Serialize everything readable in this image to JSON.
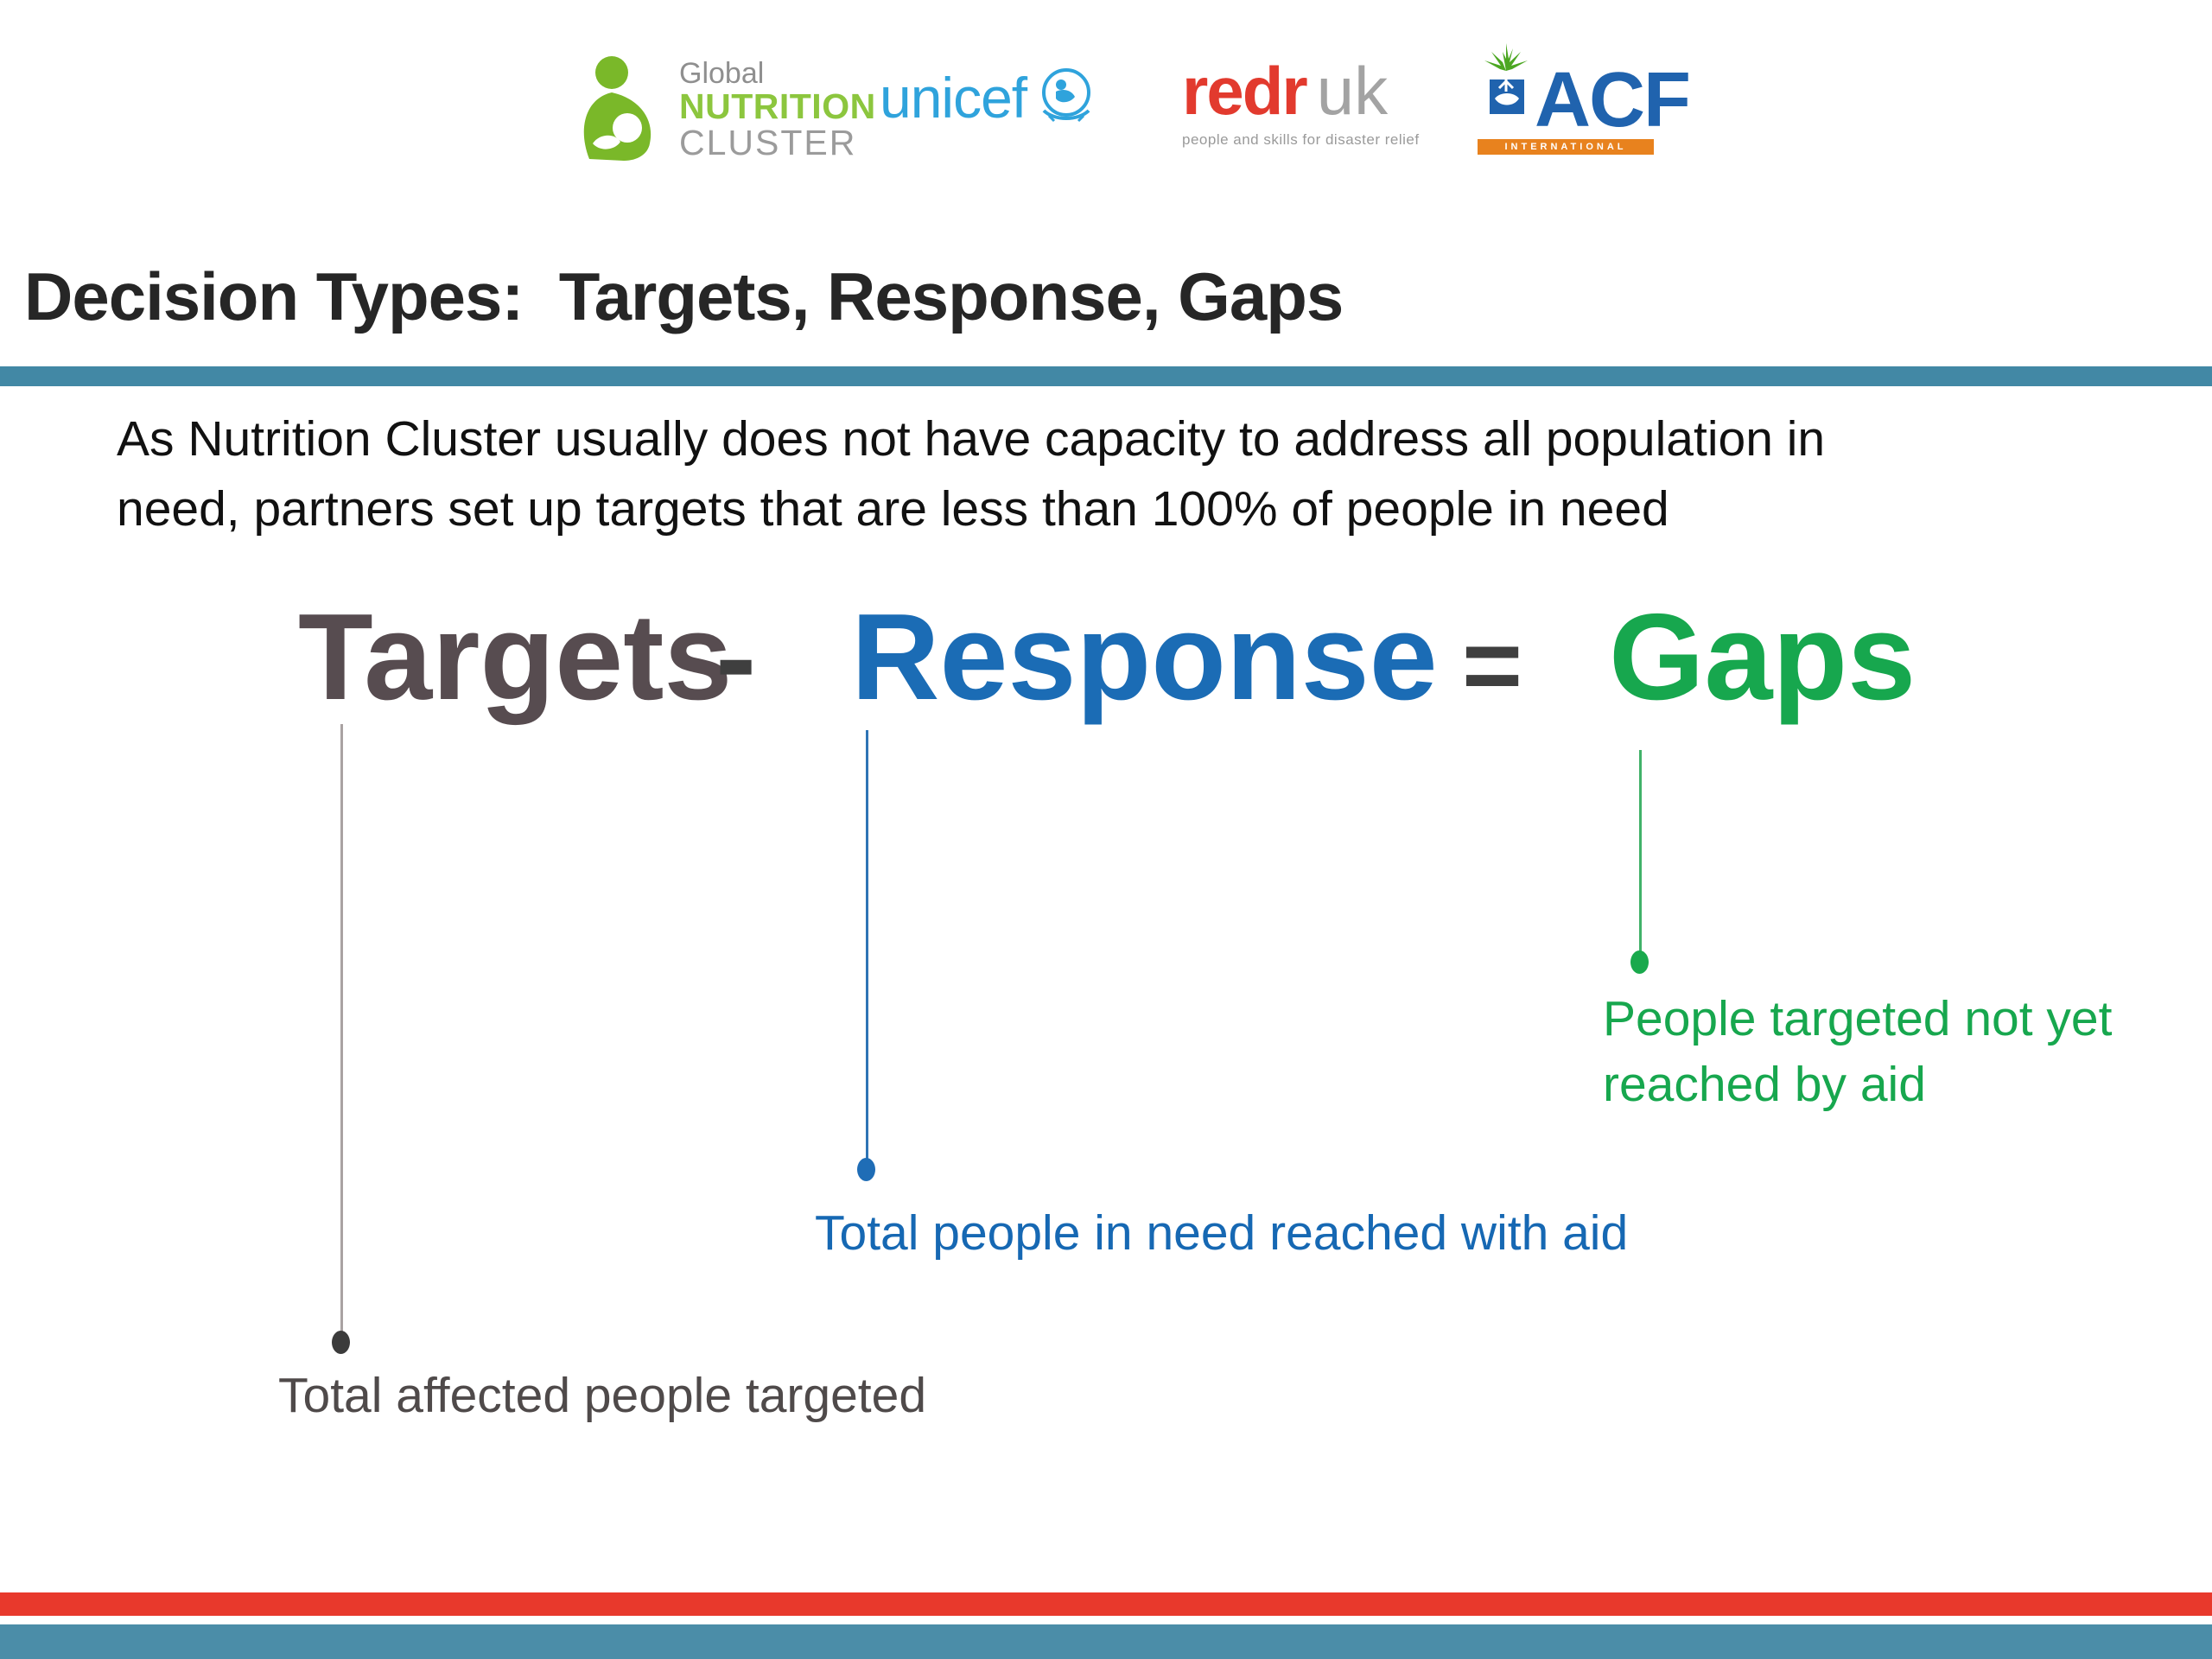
{
  "logos": {
    "gnc": {
      "line1": "Global",
      "line2": "NUTRITION",
      "line3": "CLUSTER"
    },
    "unicef": {
      "wordmark": "unicef"
    },
    "redr": {
      "main": "redr",
      "suffix": "uk",
      "tagline": "people and skills for disaster relief"
    },
    "acf": {
      "main": "ACF",
      "banner": "INTERNATIONAL"
    }
  },
  "header": {
    "title": "Decision Types:  Targets, Response, Gaps"
  },
  "intro": "As Nutrition Cluster usually does not have capacity to address all population in\nneed, partners set up targets that are less than 100% of people in need",
  "equation": {
    "targets": "Targets",
    "minus": "-",
    "response": "Response",
    "equals": "=",
    "gaps": "Gaps"
  },
  "annotations": {
    "targets_label": "Total affected people targeted",
    "response_label": "Total people in need reached with aid",
    "gaps_label": "People targeted not yet\nreached by aid"
  },
  "colors": {
    "targets_text": "#574c50",
    "response_text": "#1b6cb5",
    "gaps_text": "#17a74e",
    "title_divider_blue": "#4288a5",
    "footer_red": "#e8392c",
    "footer_blue": "#4b8da8",
    "gnc_green": "#8cc63e",
    "unicef_blue": "#2fa3dc",
    "redr_red": "#e23a2e",
    "acf_blue": "#2063ae",
    "acf_orange": "#e8821e"
  }
}
